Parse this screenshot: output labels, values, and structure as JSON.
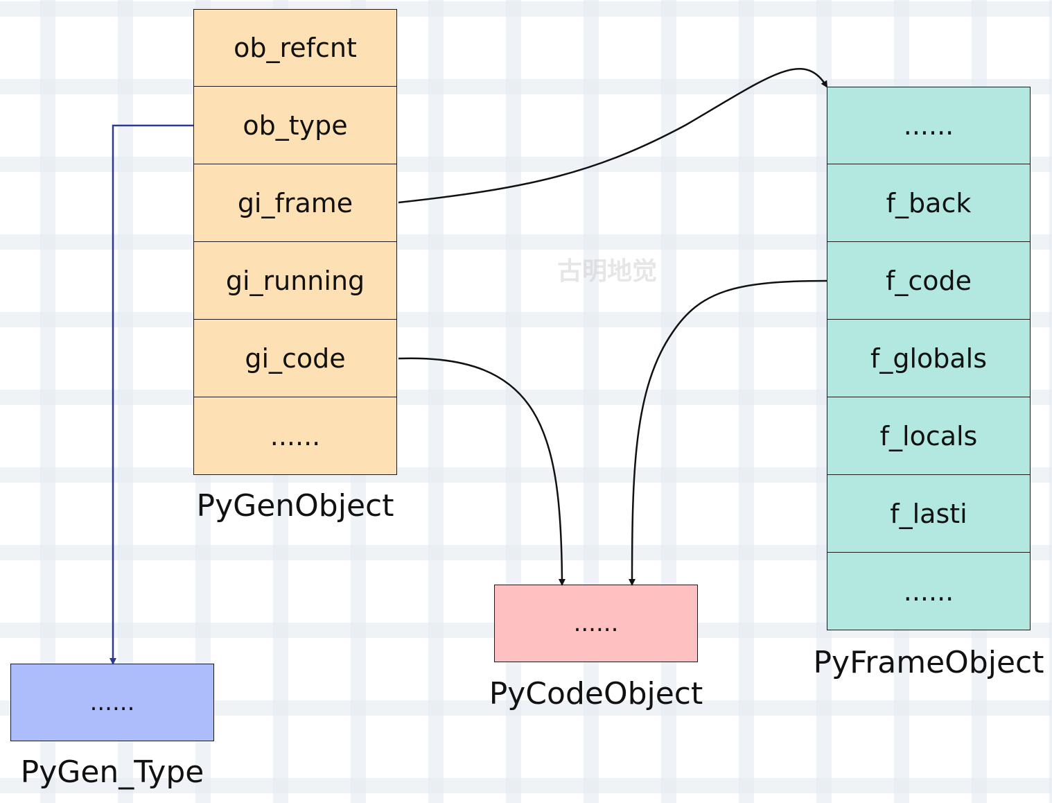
{
  "diagram": {
    "watermark": "古明地觉",
    "py_gen_object": {
      "caption": "PyGenObject",
      "fields": [
        "ob_refcnt",
        "ob_type",
        "gi_frame",
        "gi_running",
        "gi_code",
        "......"
      ]
    },
    "py_frame_object": {
      "caption": "PyFrameObject",
      "fields": [
        "......",
        "f_back",
        "f_code",
        "f_globals",
        "f_locals",
        "f_lasti",
        "......"
      ]
    },
    "py_code_object": {
      "caption": "PyCodeObject",
      "content": "......"
    },
    "py_gen_type": {
      "caption": "PyGen_Type",
      "content": "......"
    },
    "colors": {
      "gen_fill": "#fde0b3",
      "frame_fill": "#b2e8df",
      "code_fill": "#fec0c0",
      "type_fill": "#adbdfb",
      "type_arrow": "#2b3990",
      "pointer_arrow": "#111111"
    },
    "connections": [
      {
        "from": "gi_frame",
        "to": "PyFrameObject"
      },
      {
        "from": "ob_type",
        "to": "PyGen_Type"
      },
      {
        "from": "gi_code",
        "to": "PyCodeObject"
      },
      {
        "from": "f_code",
        "to": "PyCodeObject"
      }
    ]
  }
}
